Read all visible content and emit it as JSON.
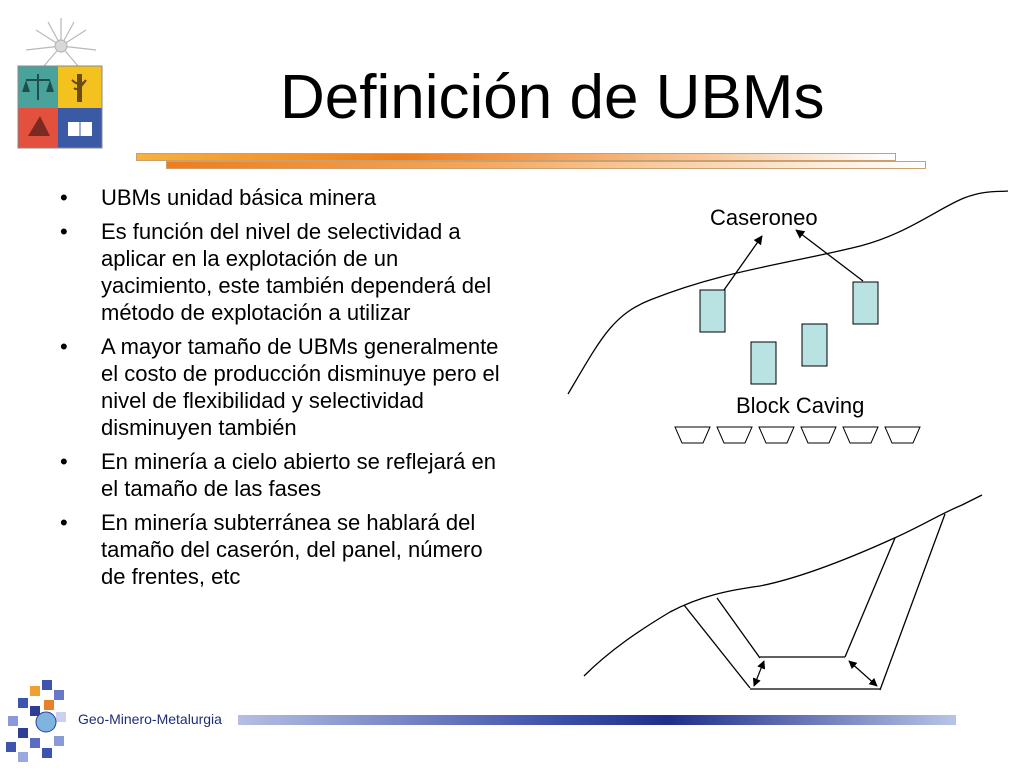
{
  "slide": {
    "title": "Definición de UBMs",
    "bullets": [
      "UBMs unidad básica minera",
      "Es función del nivel de selectividad a aplicar en la explotación de un yacimiento, este también dependerá del método de explotación a utilizar",
      "A mayor tamaño de UBMs generalmente el costo de producción disminuye pero el nivel de flexibilidad y selectividad disminuyen también",
      "En minería a cielo abierto se reflejará en el tamaño de las fases",
      "En minería subterránea se hablará del tamaño del caserón, del panel, número de frentes, etc"
    ],
    "bullet_symbol": "•"
  },
  "diagram": {
    "label_caseroneo": "Caseroneo",
    "label_block_caving": "Block Caving"
  },
  "footer": {
    "text": "Geo-Minero-Metalurgia"
  },
  "colors": {
    "stope_fill": "#b9e3e3",
    "title_bar_orange": "#ef7d1a",
    "footer_bar_blue": "#2c3e96"
  }
}
